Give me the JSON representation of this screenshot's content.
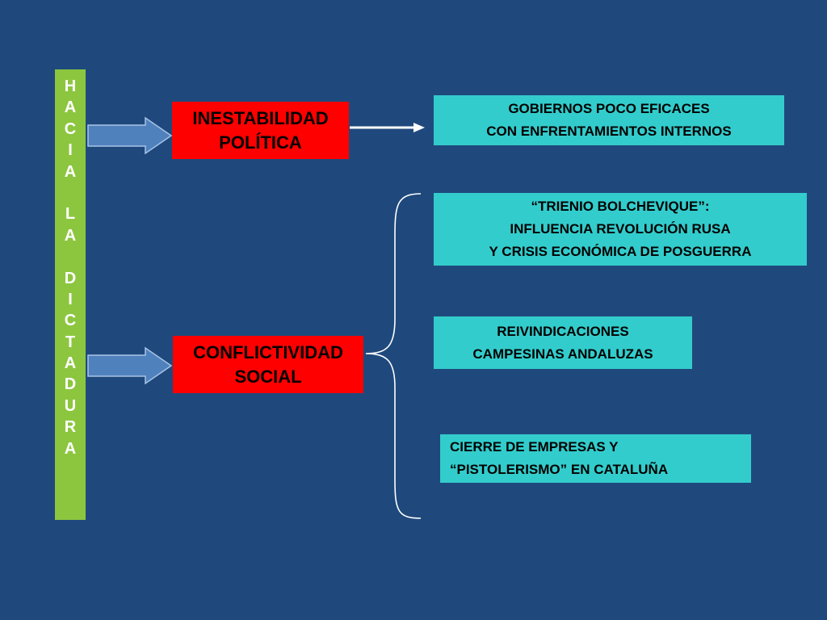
{
  "title_vertical": [
    "H",
    "A",
    "C",
    "I",
    "A",
    " ",
    "L",
    "A",
    " ",
    "D",
    "I",
    "C",
    "T",
    "A",
    "D",
    "U",
    "R",
    "A"
  ],
  "causes": {
    "political": {
      "line1": "INESTABILIDAD",
      "line2": "POLÍTICA"
    },
    "social": {
      "line1": "CONFLICTIVIDAD",
      "line2": "SOCIAL"
    }
  },
  "effects": {
    "governments": {
      "line1": "GOBIERNOS POCO EFICACES",
      "line2": "CON ENFRENTAMIENTOS INTERNOS"
    },
    "trienio": {
      "line1": "“TRIENIO BOLCHEVIQUE”:",
      "line2": "INFLUENCIA REVOLUCIÓN RUSA",
      "line3": "Y CRISIS ECONÓMICA DE POSGUERRA"
    },
    "peasants": {
      "line1": "REIVINDICACIONES",
      "line2": "CAMPESINAS ANDALUZAS"
    },
    "catalonia": {
      "line1": "CIERRE DE EMPRESAS Y",
      "line2": "“PISTOLERISMO” EN CATALUÑA"
    }
  },
  "colors": {
    "background": "#1f497d",
    "vertical_bar": "#8cc63f",
    "cause_box": "#ff0000",
    "effect_box": "#33cccc",
    "arrow_fill": "#4f81bd"
  }
}
